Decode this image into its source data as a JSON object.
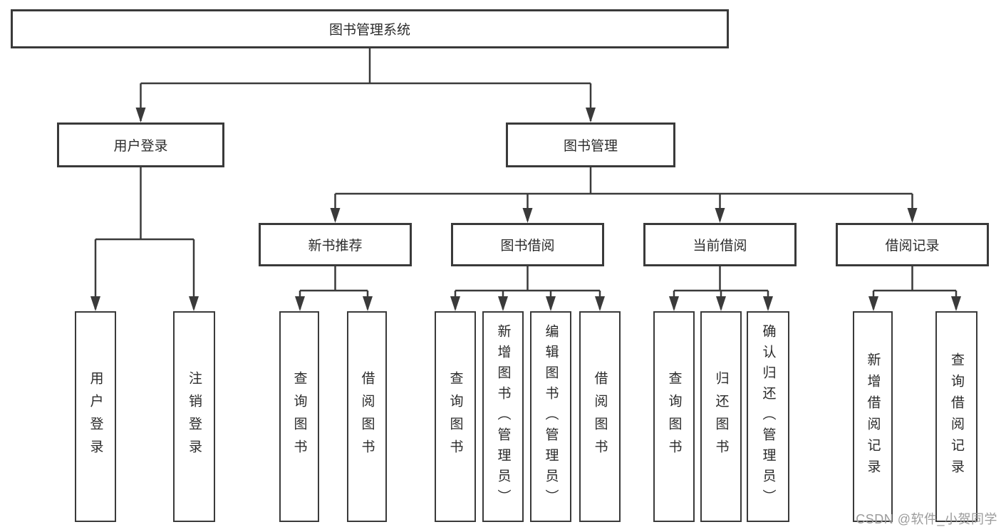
{
  "colors": {
    "line": "#3a3a3a",
    "box_border": "#3a3a3a",
    "box_fill": "#ffffff",
    "text": "#2b2b2b",
    "watermark": "#9b9b9b"
  },
  "watermark": {
    "text": "CSDN @软件_小贺同学"
  },
  "tree": {
    "root": {
      "label": "图书管理系统",
      "children": [
        {
          "label": "用户登录",
          "children": [
            {
              "label": "用户登录"
            },
            {
              "label": "注销登录"
            }
          ]
        },
        {
          "label": "图书管理",
          "children": [
            {
              "label": "新书推荐",
              "children": [
                {
                  "label": "查询图书"
                },
                {
                  "label": "借阅图书"
                }
              ]
            },
            {
              "label": "图书借阅",
              "children": [
                {
                  "label": "查询图书"
                },
                {
                  "label": "新增图书（管理员）"
                },
                {
                  "label": "编辑图书（管理员）"
                },
                {
                  "label": "借阅图书"
                }
              ]
            },
            {
              "label": "当前借阅",
              "children": [
                {
                  "label": "查询图书"
                },
                {
                  "label": "归还图书"
                },
                {
                  "label": "确认归还（管理员）"
                }
              ]
            },
            {
              "label": "借阅记录",
              "children": [
                {
                  "label": "新增借阅记录"
                },
                {
                  "label": "查询借阅记录"
                }
              ]
            }
          ]
        }
      ]
    }
  }
}
